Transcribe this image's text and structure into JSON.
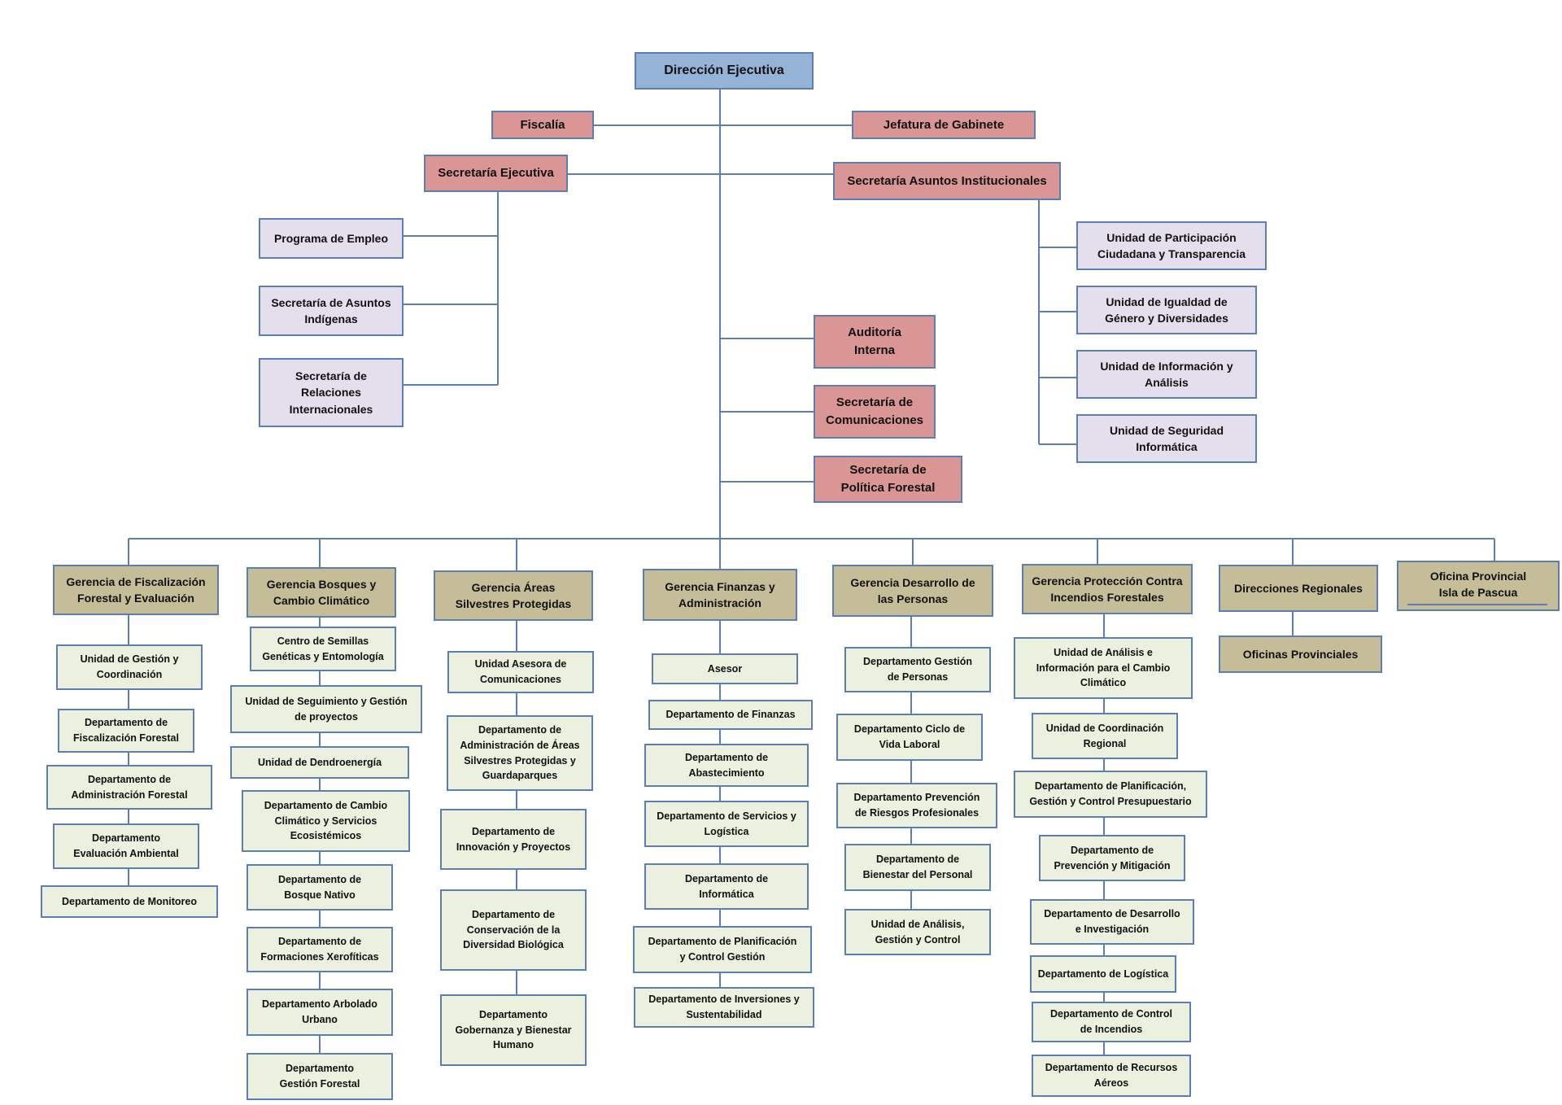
{
  "top": "Dirección Ejecutiva",
  "staff": {
    "fiscalia": "Fiscalía",
    "jefatura": "Jefatura de Gabinete",
    "sec_ejecutiva": "Secretaría Ejecutiva",
    "sec_institucional": "Secretaría Asuntos Institucionales",
    "auditoria": "Auditoría\nInterna",
    "comunicaciones": "Secretaría de\nComunicaciones",
    "politica": "Secretaría de\nPolítica Forestal"
  },
  "left_units": [
    "Programa de Empleo",
    "Secretaría de Asuntos\nIndígenas",
    "Secretaría de\nRelaciones\nInternacionales"
  ],
  "right_units": [
    "Unidad de Participación\nCiudadana y Transparencia",
    "Unidad de Igualdad de\nGénero y Diversidades",
    "Unidad de Información y\nAnálisis",
    "Unidad de Seguridad\nInformática"
  ],
  "columns": [
    {
      "title": "Gerencia de Fiscalización\nForestal y Evaluación",
      "children": [
        "Unidad de Gestión y\nCoordinación",
        "Departamento de\nFiscalización Forestal",
        "Departamento de\nAdministración Forestal",
        "Departamento\nEvaluación Ambiental",
        "Departamento de Monitoreo"
      ]
    },
    {
      "title": "Gerencia Bosques y\nCambio Climático",
      "children": [
        "Centro de Semillas\nGenéticas y Entomología",
        "Unidad de Seguimiento y Gestión\nde proyectos",
        "Unidad de Dendroenergía",
        "Departamento de Cambio\nClimático y Servicios\nEcosistémicos",
        "Departamento de\nBosque Nativo",
        "Departamento de\nFormaciones Xerofíticas",
        "Departamento Arbolado\nUrbano",
        "Departamento\nGestión Forestal"
      ]
    },
    {
      "title": "Gerencia Áreas\nSilvestres Protegidas",
      "children": [
        "Unidad Asesora de\nComunicaciones",
        "Departamento de\nAdministración de Áreas\nSilvestres Protegidas y\nGuardaparques",
        "Departamento de\nInnovación y Proyectos",
        "Departamento de\nConservación de la\nDiversidad Biológica",
        "Departamento\nGobernanza y Bienestar\nHumano"
      ]
    },
    {
      "title": "Gerencia Finanzas y\nAdministración",
      "children": [
        "Asesor",
        "Departamento de Finanzas",
        "Departamento de\nAbastecimiento",
        "Departamento de Servicios y\nLogística",
        "Departamento de\nInformática",
        "Departamento de Planificación\ny Control Gestión",
        "Departamento de Inversiones y\nSustentabilidad"
      ]
    },
    {
      "title": "Gerencia Desarrollo de\nlas Personas",
      "children": [
        "Departamento Gestión\nde Personas",
        "Departamento Ciclo de\nVida Laboral",
        "Departamento Prevención\nde Riesgos Profesionales",
        "Departamento de\nBienestar del Personal",
        "Unidad de Análisis,\nGestión y Control"
      ]
    },
    {
      "title": "Gerencia Protección Contra\nIncendios Forestales",
      "children": [
        "Unidad de Análisis e\nInformación para el Cambio\nClimático",
        "Unidad de Coordinación\nRegional",
        "Departamento de Planificación,\nGestión y Control Presupuestario",
        "Departamento de\nPrevención y Mitigación",
        "Departamento de Desarrollo\ne Investigación",
        "Departamento de Logística",
        "Departamento de Control\nde Incendios",
        "Departamento de Recursos\nAéreos"
      ]
    },
    {
      "title": "Direcciones Regionales",
      "children": [
        "Oficinas Provinciales"
      ]
    },
    {
      "title": "Oficina Provincial\nIsla de Pascua",
      "children": []
    }
  ]
}
